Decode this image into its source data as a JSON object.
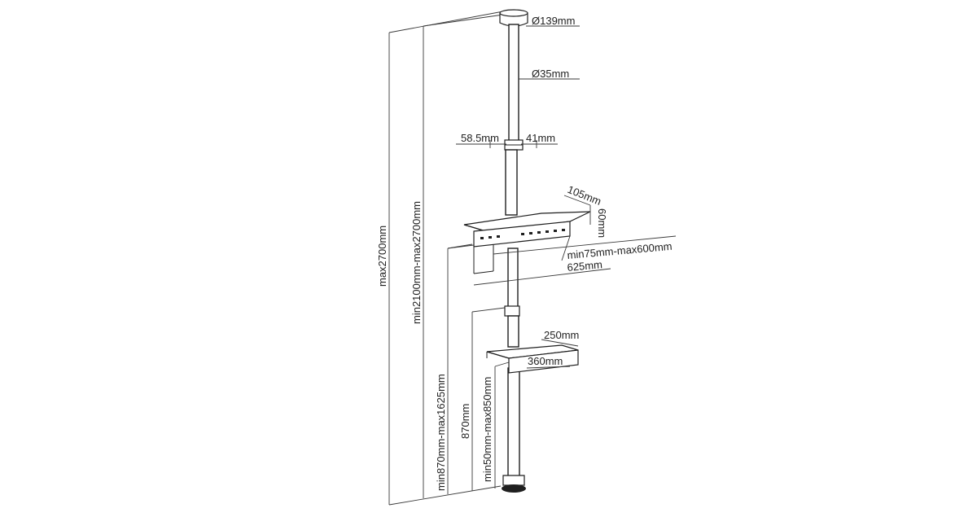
{
  "diagram": {
    "labels": {
      "ceiling_plate_diameter": "Ø139mm",
      "pole_diameter": "Ø35mm",
      "clamp_left": "58.5mm",
      "clamp_right": "41mm",
      "tv_bracket_depth": "105mm",
      "tv_bracket_height": "60mm",
      "vesa_range": "min75mm-max600mm",
      "tv_bracket_width": "625mm",
      "shelf_depth": "250mm",
      "shelf_width": "360mm",
      "overall_max_height": "max2700mm",
      "adjustable_height": "min2100mm-max2700mm",
      "bracket_height_range": "min870mm-max1625mm",
      "shelf_height": "870mm",
      "shelf_height_range": "min50mm-max850mm"
    }
  }
}
